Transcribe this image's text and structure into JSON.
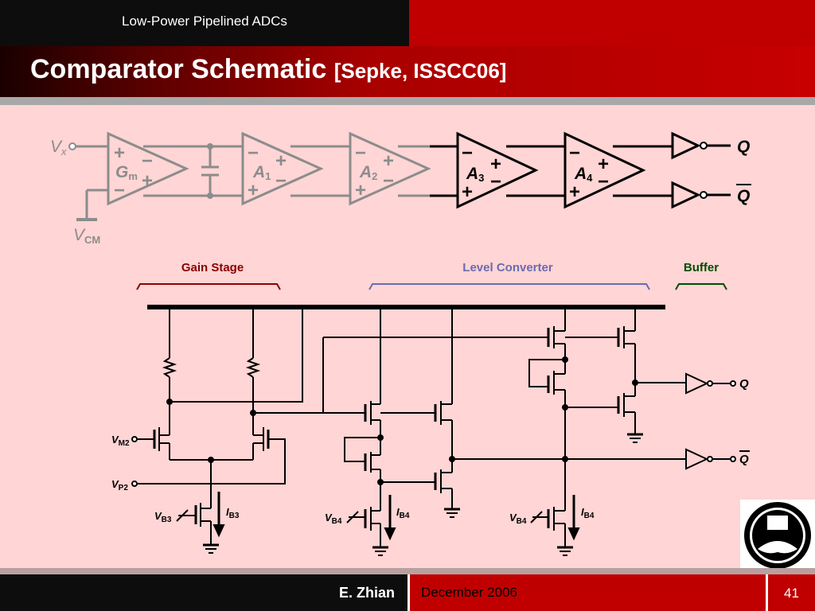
{
  "header": {
    "course": "Low-Power Pipelined ADCs",
    "title": "Comparator Schematic",
    "citation": "[Sepke, ISSCC06]"
  },
  "footer": {
    "author": "E. Zhian",
    "date": "December 2006",
    "page": "41"
  },
  "top_diagram": {
    "vx": {
      "main": "V",
      "sub": "x"
    },
    "vcm": {
      "main": "V",
      "sub": "CM"
    },
    "gm": {
      "main": "G",
      "sub": "m"
    },
    "a1": {
      "main": "A",
      "sub": "1"
    },
    "a2": {
      "main": "A",
      "sub": "2"
    },
    "a3": {
      "main": "A",
      "sub": "3"
    },
    "a4": {
      "main": "A",
      "sub": "4"
    },
    "q": "Q",
    "qbar": "Q"
  },
  "sections": {
    "gain": "Gain Stage",
    "level": "Level Converter",
    "buffer": "Buffer"
  },
  "bottom_diagram": {
    "vm2": {
      "main": "V",
      "sub": "M2"
    },
    "vp2": {
      "main": "V",
      "sub": "P2"
    },
    "vb3": {
      "main": "V",
      "sub": "B3"
    },
    "ib3": {
      "main": "I",
      "sub": "B3"
    },
    "vb4_left": {
      "main": "V",
      "sub": "B4"
    },
    "ib4_left": {
      "main": "I",
      "sub": "B4"
    },
    "vb4_right": {
      "main": "V",
      "sub": "B4"
    },
    "ib4_right": {
      "main": "I",
      "sub": "B4"
    },
    "q": "Q",
    "qbar": "Q"
  },
  "colors": {
    "gain_bracket": "#8b0000",
    "level_bracket": "#6b6bb0",
    "buffer_bracket": "#004d00",
    "gray_stage": "#8c8c8c"
  }
}
